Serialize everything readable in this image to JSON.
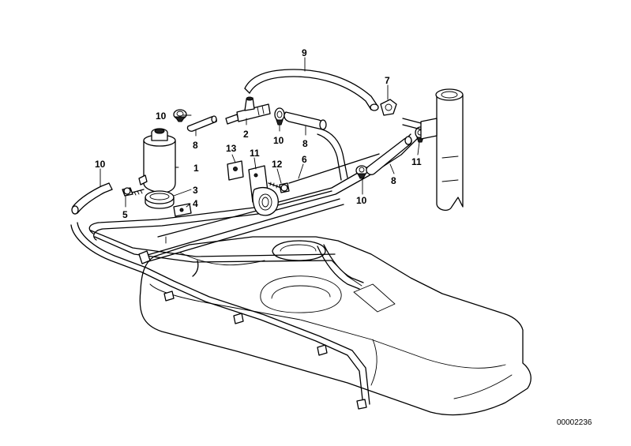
{
  "diagram": {
    "callouts": [
      {
        "id": "c1",
        "text": "1"
      },
      {
        "id": "c2",
        "text": "2"
      },
      {
        "id": "c3",
        "text": "3"
      },
      {
        "id": "c4",
        "text": "4"
      },
      {
        "id": "c5",
        "text": "5"
      },
      {
        "id": "c6",
        "text": "6"
      },
      {
        "id": "c7",
        "text": "7"
      },
      {
        "id": "c8a",
        "text": "8"
      },
      {
        "id": "c8b",
        "text": "8"
      },
      {
        "id": "c8c",
        "text": "8"
      },
      {
        "id": "c9a",
        "text": "9"
      },
      {
        "id": "c9b",
        "text": "9"
      },
      {
        "id": "c10a",
        "text": "10"
      },
      {
        "id": "c10b",
        "text": "10"
      },
      {
        "id": "c10c",
        "text": "10"
      },
      {
        "id": "c10d",
        "text": "10"
      },
      {
        "id": "c11",
        "text": "11"
      },
      {
        "id": "c12",
        "text": "12"
      },
      {
        "id": "c13",
        "text": "13"
      }
    ],
    "reference_number": "00002236"
  }
}
